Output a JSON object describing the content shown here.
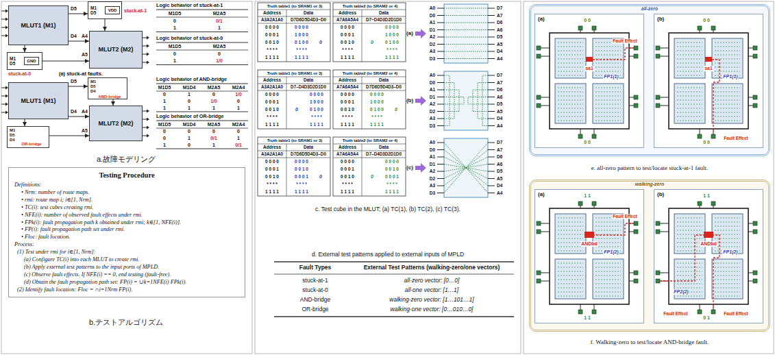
{
  "diagram": {
    "nodes": [
      {
        "text": [
          "MLUT1 (M1)"
        ]
      },
      {
        "text": [
          "MLUT2 (M2)"
        ]
      },
      {
        "text": [
          "M1",
          "D5"
        ]
      },
      {
        "text": [
          "VDD"
        ],
        "in": 2
      },
      {
        "text": [
          "M1",
          "D5"
        ]
      },
      {
        "text": [
          "GND"
        ],
        "in": 4
      },
      {
        "text": [
          "MLUT1 (M1)"
        ]
      },
      {
        "text": [
          "MLUT2 (M2)"
        ]
      },
      {
        "text": [
          "M1",
          "D5",
          "D4"
        ]
      },
      {
        "text": [
          "M1",
          "D5",
          "D4"
        ]
      },
      {
        "text": [
          "Testing Procedure",
          "Definitions:",
          "• Nrm: number of route maps.",
          "• rmi: route map i; i∈[1, Nrm].",
          "• TC(i): test cubes creating rmi.",
          "• NFE(i): number of observed fault effects under rmi.",
          "• FPk(i): fault propagation path k obtained under rmi; k∈[1, NFE(i)].",
          "• FP(i): fault propagation path set under rmi.",
          "• Floc: fault location.",
          "Process:",
          "(1) Test under rmi for i∈[1, Nrm]:",
          "(a) Configure TC(i) into each MLUT to create rmi.",
          "(b) Apply external test patterns to the input ports of MPLD.",
          "(c) Observe fault effects. If NFE(i) == 0, end testing (fault-free).",
          "(d) Obtain the fault propagation path set: FP(i) = ∪k=1NFE(i) FPk(i).",
          "(2) Identify fault location: Floc = ∩i=1Nrm FP(i)."
        ]
      },
      {
        "text": [
          "all-zero"
        ]
      },
      {
        "text": [
          "(a)"
        ],
        "in": 11
      },
      {
        "text": [
          "(b)"
        ],
        "in": 11
      },
      {
        "text": [
          "walking-zero"
        ]
      },
      {
        "text": [
          "(a)"
        ],
        "in": 14
      },
      {
        "text": [
          "(b)"
        ],
        "in": 14
      }
    ],
    "edges": [
      {
        "from": 0,
        "to": 2,
        "arrow": "to"
      },
      {
        "from": 0,
        "to": 1,
        "arrow": "to"
      },
      {
        "from": 2,
        "to": 1,
        "arrow": "to"
      },
      {
        "from": 0,
        "to": 4,
        "arrow": "to"
      },
      {
        "from": 4,
        "to": 1,
        "arrow": "to"
      },
      {
        "from": 6,
        "to": 8,
        "arrow": "to"
      },
      {
        "from": 6,
        "to": 7,
        "arrow": "to"
      },
      {
        "from": 8,
        "to": 7,
        "arrow": "to"
      },
      {
        "from": 6,
        "to": 9,
        "arrow": "to"
      },
      {
        "from": 9,
        "to": 7,
        "arrow": "to"
      }
    ],
    "labels": [
      "stuck-at-1",
      "stuck-at-0",
      "D5",
      "A5",
      "D4",
      "A4",
      "Logic behavior of stuck-at-1",
      "M1D5",
      "M2A5",
      "0",
      "0/1",
      "1",
      "1",
      "Logic behavior of stuck-at-0",
      "M1D5",
      "M2A5",
      "0",
      "0",
      "1",
      "1/0",
      "(a) stuck-at faults.",
      "AND-bridge",
      "OR-bridge",
      "D5",
      "A5",
      "D4",
      "A4",
      "Logic behavior of AND-bridge",
      "M1D5",
      "M1D4",
      "M2A5",
      "M2A4",
      "0",
      "1",
      "0",
      "1/0",
      "1",
      "0",
      "1/0",
      "0",
      "1",
      "1",
      "1",
      "1",
      "Logic behavior of OR-bridge",
      "M1D5",
      "M1D4",
      "M2A5",
      "M2A4",
      "0",
      "0",
      "0",
      "0",
      "0",
      "1",
      "0/1",
      "1",
      "1",
      "0",
      "1",
      "0/1",
      "a.故障モデリング",
      "b.テストアルゴリズム",
      "Truth table1 (to SRAM1 or 3)",
      "Truth table2 (to SRAM2 or 4)",
      "Address",
      "Data",
      "Address",
      "Data",
      "A3A2A1A0",
      "D7D6D5D4D3~D0",
      "A7A6A5A4",
      "D7~D4D3D2D1D0",
      "0 0 0 0",
      "0 0 0 0",
      "0 0 0 1",
      "1 0 0 0",
      "0 0 1 0",
      "0 1 0 0",
      "* * * *",
      "* * * *",
      "1 1 1 1",
      "1 1 1 1",
      "0",
      "0 0 0 0",
      "0 0 0 0",
      "0 0 0 1",
      "1 0 0 0",
      "0 0 1 0",
      "0 1 0 0",
      "* * * *",
      "* * * *",
      "1 1 1 1",
      "1 1 1 1",
      "0",
      "(a)",
      "A0",
      "D0",
      "A1",
      "D1",
      "A2",
      "D2",
      "A3",
      "D3",
      "D7",
      "A7",
      "D6",
      "A6",
      "D5",
      "A5",
      "D4",
      "A4",
      "Truth table1 (to SRAM1 or 3)",
      "Truth table2 (to SRAM2 or 4)",
      "Address",
      "Data",
      "Address",
      "Data",
      "A3A2A1A0",
      "D7–D4D3D2D1D0",
      "A7A6A5A4",
      "D7D6D5D4D3–D0",
      "0 0 0 0",
      "0 0 0 0",
      "0 0 0 1",
      "1 0 0 0",
      "0 0 1 0",
      "0 1 0 0",
      "* * * *",
      "* * * *",
      "1 1 1 1",
      "1 1 1 1",
      "0",
      "0 0 0 0",
      "0 0 0 0",
      "0 0 0 1",
      "1 0 0 0",
      "0 0 1 0",
      "0 1 0 0",
      "* * * *",
      "* * * *",
      "1 1 1 1",
      "1 1 1 1",
      "0",
      "(b)",
      "A0",
      "D0",
      "A1",
      "D1",
      "A2",
      "D2",
      "A3",
      "D3",
      "D7",
      "A7",
      "D6",
      "A6",
      "D5",
      "A5",
      "D4",
      "A4",
      "Truth table1 (to SRAM1 or 3)",
      "Truth table2 (to SRAM2 or 4)",
      "Address",
      "Data",
      "Address",
      "Data",
      "A3A2A1A0",
      "D7D6D5D4D3–D0",
      "A7A6A5A4",
      "D7–D4D3D2D1D0",
      "0 0 0 0",
      "0 0 0 0",
      "0 0 0 1",
      "0 0 1 0",
      "0 0 1 0",
      "0 0 0 1",
      "* * * *",
      "* * * *",
      "1 1 1 1",
      "1 1 1 1",
      "0",
      "0 0 0 0",
      "0 0 0 0",
      "0 0 0 1",
      "0 0 1 0",
      "0 0 1 0",
      "0 0 0 1",
      "* * * *",
      "* * * *",
      "1 1 1 1",
      "1 1 1 1",
      "0",
      "(c)",
      "A0",
      "D0",
      "A1",
      "D1",
      "A2",
      "D2",
      "A3",
      "D3",
      "D7",
      "A7",
      "D6",
      "A6",
      "D5",
      "A5",
      "D4",
      "A4",
      "c. Test cube in the MLUT; (a) TC(1), (b) TC(2), (c) TC(3).",
      "d. External test patterns applied to external inputs of MPLD",
      "Fault Types",
      "External Test Patterns (walking-zero/one vectors)",
      "stuck-at-1",
      "all-zero vector: [0…0]",
      "stuck-at-0",
      "all-one vector: [1…1]",
      "AND-bridge",
      "walking-zero vector: [1…101…1]",
      "OR-bridge",
      "walking-one vector: [0…010…0]",
      "sa1",
      "FP1(1)",
      "Fault Effect",
      "0 0",
      "0 0",
      "sa1",
      "FP1(1)",
      "Fault Effect",
      "0 0",
      "0 0",
      "e. all-zero pattern to test/locate stuck-at-1 fault.",
      "ANDbd",
      "FP1(2)",
      "Fault Effect",
      "1 1",
      "1 1",
      "ANDbd",
      "FP1(2)",
      "FP2(2)",
      "Fault Effect",
      "Fault Effect",
      "1 1",
      "0 1",
      "f. Walking-zero to test/locate AND-bridge fault."
    ]
  }
}
